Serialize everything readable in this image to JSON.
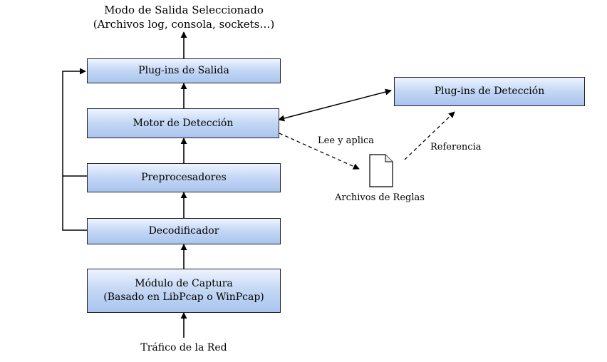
{
  "top_label": {
    "line1": "Modo de Salida Seleccionado",
    "line2": "(Archivos log, consola, sockets…)"
  },
  "boxes": {
    "output_plugins": "Plug-ins de Salida",
    "detection_engine": "Motor de Detección",
    "preprocessors": "Preprocesadores",
    "decoder": "Decodificador",
    "capture_line1": "Módulo de Captura",
    "capture_line2": "(Basado en LibPcap o WinPcap)",
    "detection_plugins": "Plug-ins de Detección"
  },
  "rules_file": {
    "label": "Archivos de Reglas"
  },
  "edge_labels": {
    "read_apply": "Lee y aplica",
    "reference": "Referencia"
  },
  "bottom_label": "Tráfico de la Red"
}
